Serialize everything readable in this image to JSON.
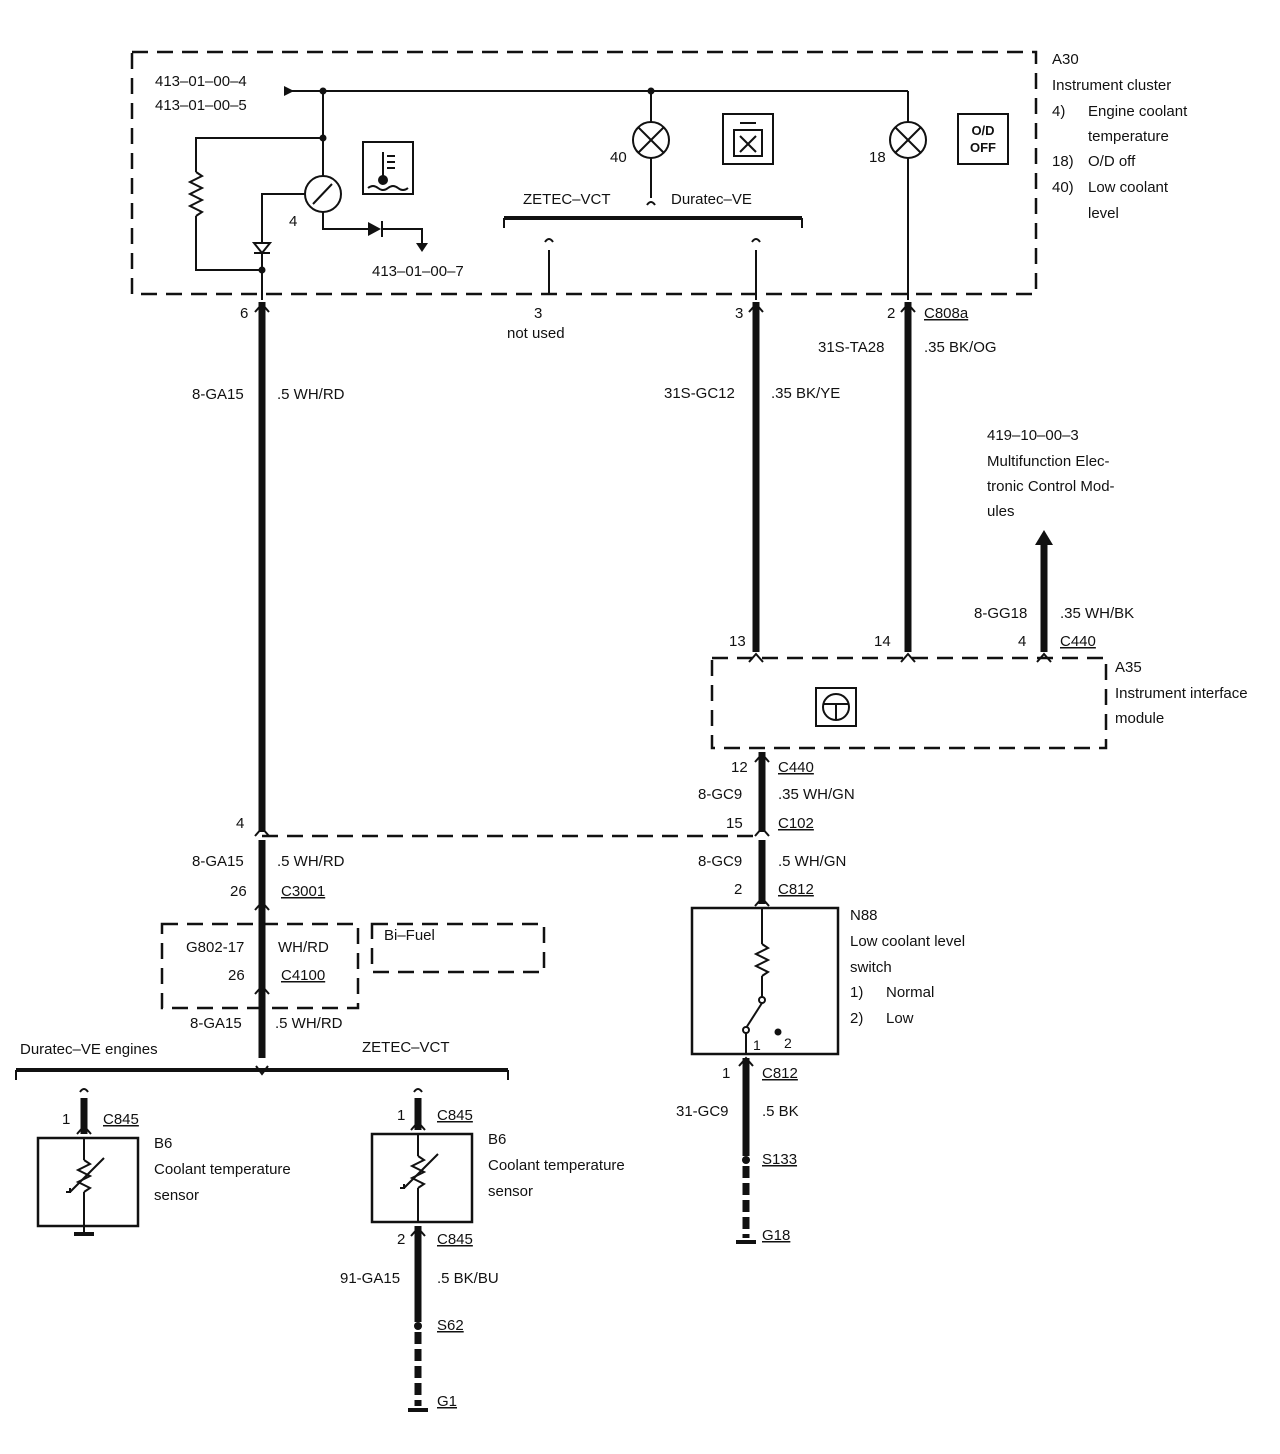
{
  "modules": {
    "a30": {
      "id": "A30",
      "name": "Instrument cluster",
      "legend": [
        {
          "num": "4)",
          "text_1": "Engine coolant",
          "text_2": "temperature"
        },
        {
          "num": "18)",
          "text_1": "O/D off",
          "text_2": ""
        },
        {
          "num": "40)",
          "text_1": "Low coolant",
          "text_2": "level"
        }
      ],
      "refs": [
        "413–01–00–4",
        "413–01–00–5",
        "413–01–00–7"
      ],
      "gauge_num": "4",
      "lamp_40": "40",
      "lamp_18": "18",
      "od_icon_line1": "O/D",
      "od_icon_line2": "OFF",
      "variant_left": "ZETEC–VCT",
      "variant_right": "Duratec–VE"
    },
    "a35": {
      "id": "A35",
      "name_1": "Instrument interface",
      "name_2": "module"
    },
    "mecm": {
      "ref": "419–10–00–3",
      "line_1": "Multifunction Elec-",
      "line_2": "tronic Control Mod-",
      "line_3": "ules"
    },
    "n88": {
      "id": "N88",
      "line_1": "Low coolant level",
      "line_2": "switch",
      "state_1_num": "1)",
      "state_1": "Normal",
      "state_2_num": "2)",
      "state_2": "Low",
      "contact_1": "1",
      "contact_2": "2"
    },
    "b6_left": {
      "id": "B6",
      "line_1": "Coolant temperature",
      "line_2": "sensor"
    },
    "b6_right": {
      "id": "B6",
      "line_1": "Coolant temperature",
      "line_2": "sensor"
    }
  },
  "pins": {
    "a30_6": "6",
    "a30_3_zetec": "3",
    "not_used": "not used",
    "a30_3_dur": "3",
    "a30_2": "2",
    "c808a": "C808a",
    "a35_13": "13",
    "a35_14": "14",
    "a35_4": "4",
    "c440_top": "C440",
    "a35_12": "12",
    "c440_bot": "C440",
    "c102_left_4": "4",
    "c102_15": "15",
    "c102": "C102",
    "c3001_26": "26",
    "c3001": "C3001",
    "c4100_26": "26",
    "c4100": "C4100",
    "c812_2": "2",
    "c812_top": "C812",
    "c812_1": "1",
    "c812_bot": "C812",
    "s133": "S133",
    "g18": "G18",
    "bl_1": "1",
    "c845_bl": "C845",
    "br_1": "1",
    "c845_br_top": "C845",
    "br_2": "2",
    "c845_br_bot": "C845",
    "s62": "S62",
    "g1": "G1"
  },
  "wires": {
    "w1_circuit": "8-GA15",
    "w1_color": ".5 WH/RD",
    "w2_circuit": "31S-GC12",
    "w2_color": ".35 BK/YE",
    "w3_circuit": "31S-TA28",
    "w3_color": ".35 BK/OG",
    "w4_circuit": "8-GG18",
    "w4_color": ".35 WH/BK",
    "w5_circuit": "8-GC9",
    "w5_color": ".35 WH/GN",
    "w6_circuit": "8-GA15",
    "w6_color": ".5 WH/RD",
    "w7_circuit": "8-GC9",
    "w7_color": ".5 WH/GN",
    "w8_circuit": "G802-17",
    "w8_color": "WH/RD",
    "w9_circuit": "8-GA15",
    "w9_color": ".5 WH/RD",
    "w10_circuit": "31-GC9",
    "w10_color": ".5 BK",
    "w11_circuit": "91-GA15",
    "w11_color": ".5 BK/BU"
  },
  "options": {
    "bi_fuel": "Bi–Fuel",
    "duratec_engines": "Duratec–VE engines",
    "zetec": "ZETEC–VCT"
  }
}
